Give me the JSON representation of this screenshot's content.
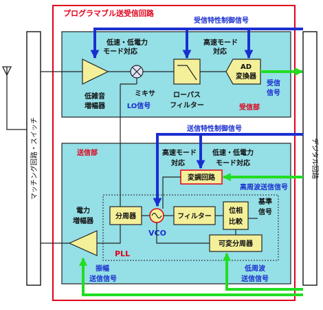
{
  "outer_title": "プログラマブル送受信回路",
  "left_switch_label": "マッチング回路・スイッチ",
  "right_digital_label": "デジタル回路",
  "receiver": {
    "section_label": "受信部",
    "control_signal": "受信特性制御信号",
    "lna_note_1": "低速・低電力",
    "lna_note_2": "モード対応",
    "hs_note_1": "高速モード",
    "hs_note_2": "対応",
    "lna_1": "低雑音",
    "lna_2": "増幅器",
    "mixer": "ミキサ",
    "lo_signal": "LO信号",
    "lpf_1": "ローパス",
    "lpf_2": "フィルター",
    "adc_1": "AD",
    "adc_2": "変換器",
    "rx_out_1": "受信",
    "rx_out_2": "信号"
  },
  "transmitter": {
    "section_label": "送信部",
    "control_signal": "送信特性制御信号",
    "hs_note_1": "高速モード",
    "hs_note_2": "対応",
    "lp_note_1": "低速・低電力",
    "lp_note_2": "モード対応",
    "modulator": "変調回路",
    "hf_tx_signal": "高周波送信信号",
    "divider": "分周器",
    "vco": "VCO",
    "filter": "フィルター",
    "phase_cmp_1": "位相",
    "phase_cmp_2": "比較",
    "ref_1": "基準",
    "ref_2": "信号",
    "var_divider": "可変分周器",
    "pa_1": "電力",
    "pa_2": "増幅器",
    "pll": "PLL",
    "amp_sig_1": "振幅",
    "amp_sig_2": "送信信号",
    "lf_sig_1": "低周波",
    "lf_sig_2": "送信信号"
  },
  "colors": {
    "red": "#e0001a",
    "blue": "#1a2fd0",
    "green": "#22dd22",
    "cyan_fill": "#95dfe6",
    "block_yellow": "#f4f09a",
    "mixer_fill": "#dde3f3",
    "dark": "#222222"
  }
}
